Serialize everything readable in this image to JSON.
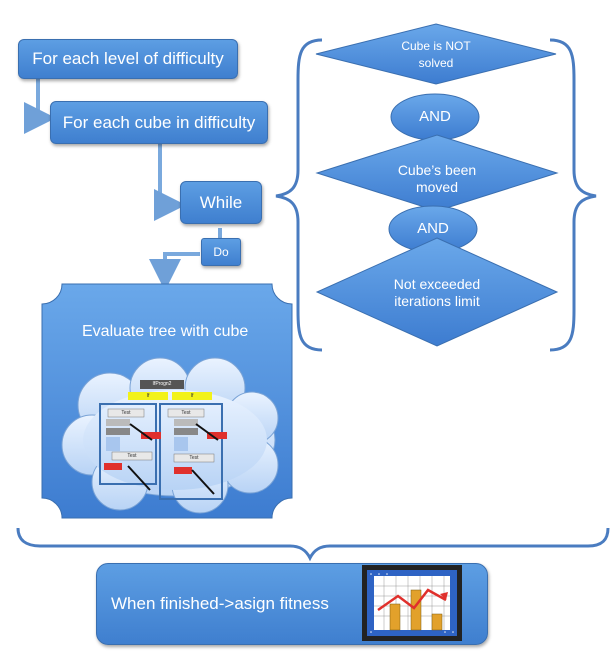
{
  "flow": {
    "level_loop": "For each level of difficulty",
    "cube_loop": "For each cube in difficulty",
    "while_box": "While",
    "do_box": "Do",
    "evaluate": "Evaluate tree with cube",
    "finish": "When finished->asign fitness"
  },
  "condition": {
    "item1_line1": "Cube is NOT",
    "item1_line2": "solved",
    "and1": "AND",
    "item2_line1": "Cube’s been",
    "item2_line2": "moved",
    "and2": "AND",
    "item3_line1": "Not exceeded",
    "item3_line2": "iterations limit"
  },
  "tree_labels": {
    "root": "IfProgn2",
    "if": "If",
    "test": "Test"
  },
  "colors": {
    "box_fill": "#4a8ad8",
    "box_border": "#3a6fb0",
    "connector": "#6fa0d8",
    "brace": "#4a7cc0",
    "tree_yellow": "#f2f21a",
    "tree_red": "#e0302c",
    "chart_bar": "#e2a12b",
    "chart_line": "#e0302c"
  }
}
